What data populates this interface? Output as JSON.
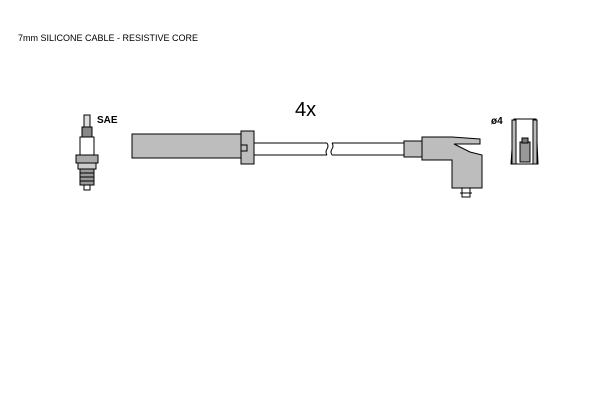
{
  "title": "7mm SILICONE CABLE - RESISTIVE CORE",
  "quantity": "4x",
  "plug_standard": "SAE",
  "terminal_diameter": "ø4",
  "colors": {
    "part_fill": "#bdbdbd",
    "stroke": "#000000"
  }
}
